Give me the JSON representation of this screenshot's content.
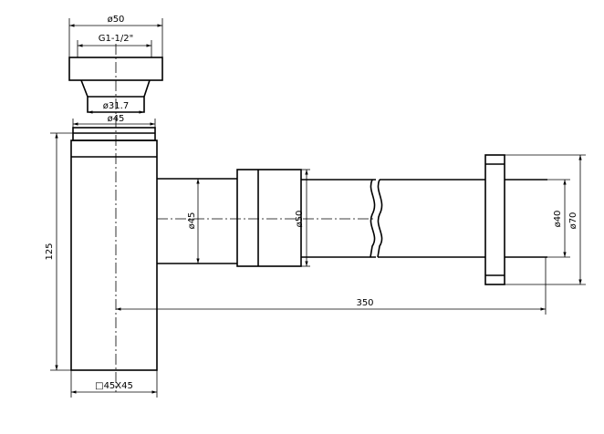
{
  "dimensions": {
    "top_outer": "ø50",
    "thread": "G1-1/2\"",
    "inner_diameter": "ø31.7",
    "cap_diameter": "ø45",
    "height": "125",
    "inlet_pipe": "ø45",
    "nut": "ø50",
    "wall_pipe": "ø40",
    "flange": "ø70",
    "length": "350",
    "base": "□45X45"
  }
}
